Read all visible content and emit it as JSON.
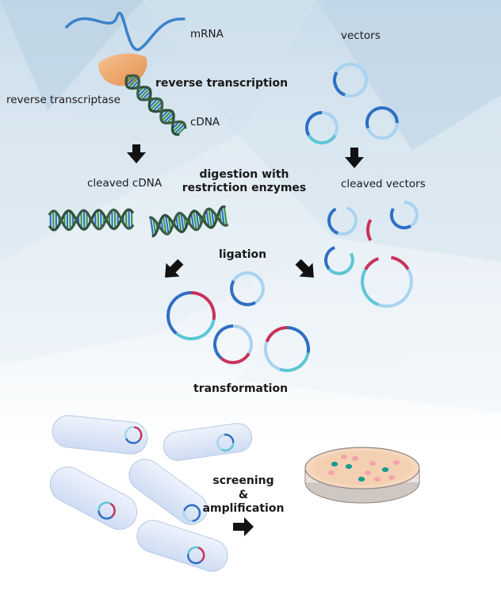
{
  "labels": {
    "mrna": "mRNA",
    "vectors": "vectors",
    "reverse_transcription": "reverse transcription",
    "reverse_transcriptase": "reverse transcriptase",
    "cdna": "cDNA",
    "cleaved_cdna": "cleaved cDNA",
    "digestion_line1": "digestion with",
    "digestion_line2": "restriction enzymes",
    "cleaved_vectors": "cleaved vectors",
    "ligation": "ligation",
    "transformation": "transformation",
    "screening_line1": "screening",
    "screening_line2": "&",
    "screening_line3": "amplification"
  },
  "colors": {
    "dark_blue": "#2f6fc4",
    "light_blue": "#a9d3f0",
    "cyan": "#5cc6d6",
    "red": "#c8325a",
    "pink": "#f5a3a8",
    "teal": "#179a8f",
    "bacteria": "#dde6f7",
    "plate_agar": "#f6d8bf",
    "enzyme": "#f2a45c"
  }
}
